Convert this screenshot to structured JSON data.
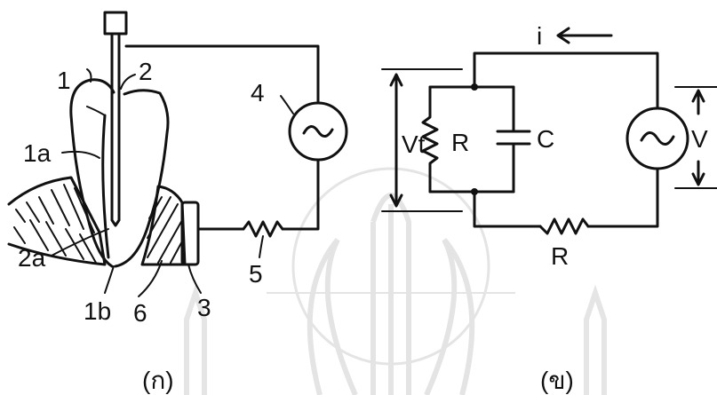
{
  "panel_a": {
    "caption": "(ก)",
    "labels": {
      "tooth": "1",
      "probe": "2",
      "tooth_part_a": "1a",
      "probe_tip": "2a",
      "tooth_part_b": "1b",
      "electrode": "3",
      "generator": "4",
      "resistor": "5",
      "gum": "6"
    }
  },
  "panel_b": {
    "caption": "(ข)",
    "labels": {
      "current": "i",
      "tooth_voltage": "Vt",
      "parallel_resistor": "R",
      "capacitor": "C",
      "source_voltage": "V",
      "series_resistor": "R"
    }
  },
  "colors": {
    "ink": "#111111",
    "watermark": "#cfcfcf"
  }
}
